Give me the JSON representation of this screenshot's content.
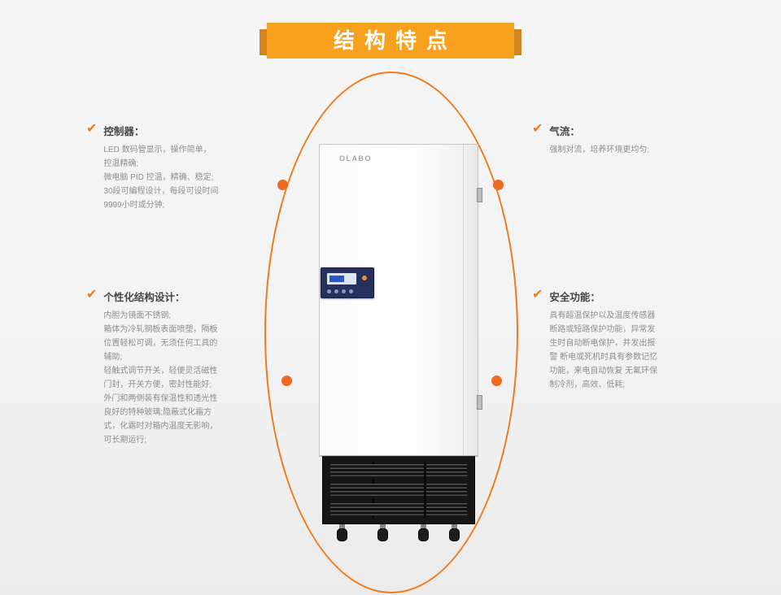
{
  "banner": {
    "title": "结构特点"
  },
  "check_icon": "✔",
  "colors": {
    "banner_orange": "#f8a11f",
    "ribbon_shadow_orange": "#d2831c",
    "ellipse_orange": "#ef7b1e",
    "dot_orange": "#ee6a20",
    "background_gray": "#f3f3f3",
    "base_black": "#161616",
    "panel_navy": "#26315c"
  },
  "product": {
    "brand": "OLABO"
  },
  "features": [
    {
      "id": "controller",
      "title": "控制器：",
      "body": "LED 数码管显示，操作简单，控温精确;\n微电脑 PID 控温，精确、稳定;\n30段可编程设计，每段可设时间9999小时或分钟;"
    },
    {
      "id": "airflow",
      "title": "气流：",
      "body": "强制对流，培养环境更均匀;"
    },
    {
      "id": "structure-design",
      "title": "个性化结构设计：",
      "body": "内胆为镜面不锈钢;\n箱体为冷轧钢板表面喷塑，隔板位置轻松可调，无须任何工具的辅助;\n轻触式调节开关，轻便灵活磁性门封，开关方便，密封性能好;\n外门和两侧装有保温性和透光性良好的特种玻璃;隐蔽式化霜方式，化霜时对箱内温度无影响，可长期运行;"
    },
    {
      "id": "safety",
      "title": "安全功能：",
      "body": "具有超温保护以及温度传感器断路或短路保护功能，异常发生时自动断电保护，并发出报警 断电或死机时具有参数记忆功能，来电自动恢复 无氟环保制冷剂，高效、低耗;"
    }
  ]
}
